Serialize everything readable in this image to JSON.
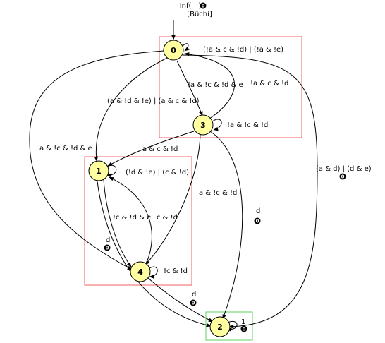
{
  "header": {
    "acceptance_prefix": "Inf(",
    "acceptance_mark": "0",
    "acceptance_suffix": ")",
    "acceptance_name": "[Büchi]"
  },
  "states": [
    {
      "id": "0",
      "label": "0"
    },
    {
      "id": "1",
      "label": "1"
    },
    {
      "id": "2",
      "label": "2"
    },
    {
      "id": "3",
      "label": "3"
    },
    {
      "id": "4",
      "label": "4"
    }
  ],
  "edges": [
    {
      "id": "0-0",
      "from": "0",
      "to": "0",
      "label": "(!a & c & !d) | (!a & !e)"
    },
    {
      "id": "0-3",
      "from": "0",
      "to": "3",
      "label": "!a & !c & !d & e"
    },
    {
      "id": "0-1",
      "from": "0",
      "to": "1",
      "label": "(a & !d & !e) | (a & c & !d)"
    },
    {
      "id": "0-4",
      "from": "0",
      "to": "4",
      "label": "a & !c & !d & e"
    },
    {
      "id": "0-2",
      "from": "0",
      "to": "2",
      "label": "(a & d) | (d & e)",
      "mark": "0"
    },
    {
      "id": "3-0",
      "from": "3",
      "to": "0",
      "label": "!a & c & !d"
    },
    {
      "id": "3-3",
      "from": "3",
      "to": "3",
      "label": "!a & !c & !d"
    },
    {
      "id": "3-1",
      "from": "3",
      "to": "1",
      "label": "a & c & !d"
    },
    {
      "id": "3-4",
      "from": "3",
      "to": "4",
      "label": "a & !c & !d"
    },
    {
      "id": "3-2",
      "from": "3",
      "to": "2",
      "label": "d",
      "mark": "0"
    },
    {
      "id": "1-1",
      "from": "1",
      "to": "1",
      "label": "(!d & !e) | (c & !d)"
    },
    {
      "id": "1-4",
      "from": "1",
      "to": "4",
      "label": "!c & !d & e"
    },
    {
      "id": "4-1",
      "from": "4",
      "to": "1",
      "label": "c & !d"
    },
    {
      "id": "1-2",
      "from": "1",
      "to": "2",
      "label": "d",
      "mark": "0"
    },
    {
      "id": "4-4",
      "from": "4",
      "to": "4",
      "label": "!c & !d"
    },
    {
      "id": "4-2",
      "from": "4",
      "to": "2",
      "label": "d",
      "mark": "0"
    },
    {
      "id": "2-2",
      "from": "2",
      "to": "2",
      "label": "1",
      "mark": "0"
    }
  ],
  "colors": {
    "state_fill": "#ffff9f",
    "scc_nonaccepting": "#f06060",
    "scc_accepting": "#60d060",
    "acc_mark": "#000000"
  }
}
